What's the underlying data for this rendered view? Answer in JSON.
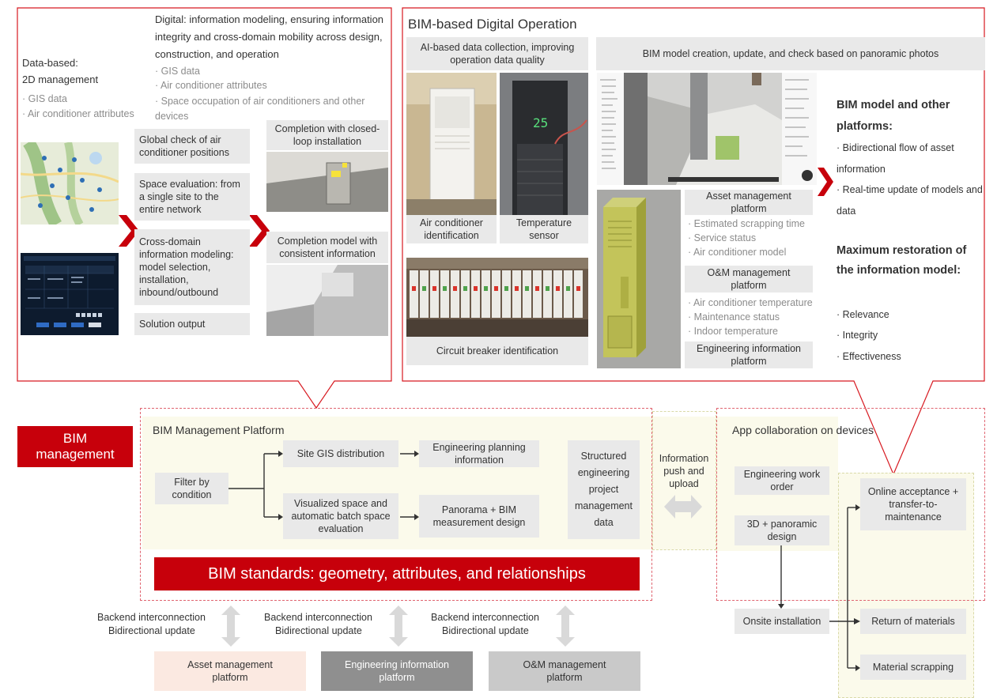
{
  "left_panel": {
    "digital_heading": "Digital: information modeling, ensuring information integrity and cross-domain mobility across design, construction, and operation",
    "digital_items": [
      "· GIS data",
      "· Air conditioner attributes",
      "· Space occupation of air conditioners and other devices"
    ],
    "data_heading_1": "Data-based:",
    "data_heading_2": "2D management",
    "data_items": [
      "· GIS data",
      "· Air conditioner attributes"
    ],
    "steps": [
      "Global check of air conditioner positions",
      "Space evaluation: from a single site to the entire network",
      "Cross-domain information modeling: model selection, installation, inbound/outbound",
      "Solution output"
    ],
    "completion_1": "Completion with closed-loop installation",
    "completion_2": "Completion model with consistent information"
  },
  "right_panel": {
    "title": "BIM-based Digital Operation",
    "ai_box": "AI-based data collection, improving operation data quality",
    "bim_update_box": "BIM model creation, update, and check based on panoramic photos",
    "ac_id": "Air conditioner identification",
    "temp_sensor": "Temperature sensor",
    "temp_value": "25",
    "circuit": "Circuit breaker identification",
    "asset_platform": "Asset management platform",
    "asset_items": [
      "· Estimated scrapping time",
      "· Service status",
      "· Air conditioner model"
    ],
    "om_platform": "O&M management platform",
    "om_items": [
      "· Air conditioner temperature",
      "· Maintenance status",
      "· Indoor temperature"
    ],
    "eng_platform": "Engineering information platform",
    "bim_other_heading": "BIM model and other platforms:",
    "bim_other_items": [
      "· Bidirectional flow of asset information",
      "· Real-time update of models and data"
    ],
    "max_heading": "Maximum restoration of the information model:",
    "max_items": [
      "· Relevance",
      "· Integrity",
      "· Effectiveness"
    ]
  },
  "bottom": {
    "bim_management": "BIM management",
    "platform_title": "BIM Management Platform",
    "filter": "Filter by condition",
    "site_gis": "Site GIS distribution",
    "eng_planning": "Engineering planning information",
    "visualized": "Visualized space and automatic batch space evaluation",
    "panorama": "Panorama + BIM measurement design",
    "structured": "Structured engineering project management data",
    "info_push": "Information push and upload",
    "standards": "BIM standards: geometry, attributes, and relationships",
    "app_title": "App collaboration on devices",
    "eng_work_order": "Engineering work order",
    "design_3d": "3D + panoramic design",
    "onsite": "Onsite installation",
    "online_accept": "Online acceptance + transfer-to-maintenance",
    "return_materials": "Return of materials",
    "scrapping": "Material scrapping",
    "backend_1": "Backend interconnection",
    "backend_2": "Bidirectional update",
    "asset_plat": "Asset management platform",
    "eng_plat": "Engineering information platform",
    "om_plat": "O&M management platform"
  },
  "colors": {
    "red": "#c7000b",
    "border_red": "#d71920",
    "dashed": "#e06470",
    "grey_box": "#e9e9e9",
    "cream": "#fbfaeb",
    "asset_bg": "#fbe9e1",
    "eng_bg": "#8f8f8f",
    "om_bg": "#c9c9c9"
  }
}
